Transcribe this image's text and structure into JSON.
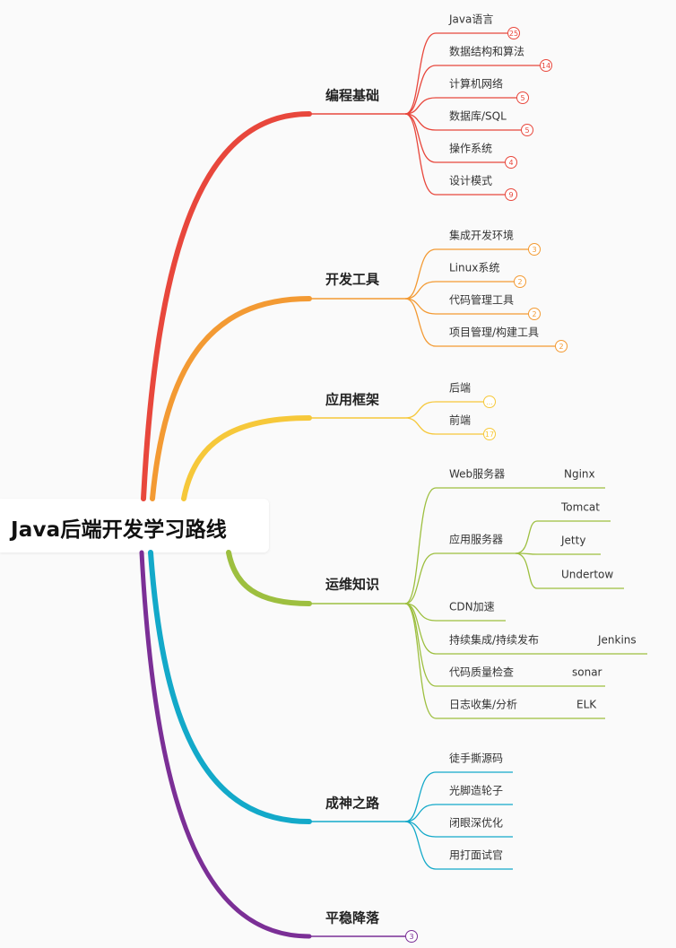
{
  "root": "Java后端开发学习路线",
  "branches": [
    {
      "label": "编程基础",
      "color": "#e8473c",
      "children": [
        {
          "label": "Java语言",
          "count": "25"
        },
        {
          "label": "数据结构和算法",
          "count": "14"
        },
        {
          "label": "计算机网络",
          "count": "5"
        },
        {
          "label": "数据库/SQL",
          "count": "5"
        },
        {
          "label": "操作系统",
          "count": "4"
        },
        {
          "label": "设计模式",
          "count": "9"
        }
      ]
    },
    {
      "label": "开发工具",
      "color": "#f39a33",
      "children": [
        {
          "label": "集成开发环境",
          "count": "3"
        },
        {
          "label": "Linux系统",
          "count": "2"
        },
        {
          "label": "代码管理工具",
          "count": "2"
        },
        {
          "label": "项目管理/构建工具",
          "count": "2"
        }
      ]
    },
    {
      "label": "应用框架",
      "color": "#f6c83a",
      "children": [
        {
          "label": "后端",
          "count": "..."
        },
        {
          "label": "前端",
          "count": "17"
        }
      ]
    },
    {
      "label": "运维知识",
      "color": "#9dbf3f",
      "children": [
        {
          "label": "Web服务器",
          "children": [
            "Nginx"
          ]
        },
        {
          "label": "应用服务器",
          "children": [
            "Tomcat",
            "Jetty",
            "Undertow"
          ]
        },
        {
          "label": "CDN加速"
        },
        {
          "label": "持续集成/持续发布",
          "children": [
            "Jenkins"
          ]
        },
        {
          "label": "代码质量检查",
          "children": [
            "sonar"
          ]
        },
        {
          "label": "日志收集/分析",
          "children": [
            "ELK"
          ]
        }
      ]
    },
    {
      "label": "成神之路",
      "color": "#13a9c9",
      "children": [
        {
          "label": "徒手撕源码"
        },
        {
          "label": "光脚造轮子"
        },
        {
          "label": "闭眼深优化"
        },
        {
          "label": "用打面试官"
        }
      ]
    },
    {
      "label": "平稳降落",
      "color": "#7b2f96",
      "count": "3"
    }
  ]
}
